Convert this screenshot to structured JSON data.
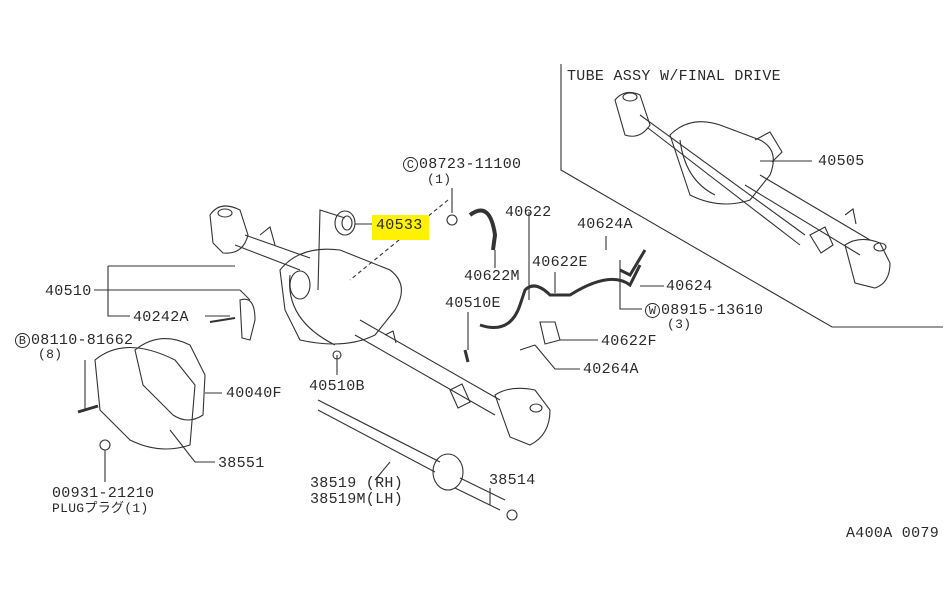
{
  "title": "TUBE ASSY W/FINAL DRIVE",
  "diagram_code": "A400A 0079",
  "highlight_color": "#fff200",
  "labels": {
    "p40505": "40505",
    "p08723": "08723-11100",
    "p08723_marker": "C",
    "p08723_qty": "(1)",
    "p40533": "40533",
    "p40622": "40622",
    "p40624A": "40624A",
    "p40510": "40510",
    "p40242A": "40242A",
    "p40622M": "40622M",
    "p40622E": "40622E",
    "p40624": "40624",
    "p40510E": "40510E",
    "p08915": "08915-13610",
    "p08915_marker": "W",
    "p08915_qty": "(3)",
    "p08110": "08110-81662",
    "p08110_marker": "B",
    "p08110_qty": "(8)",
    "p40622F": "40622F",
    "p40040F": "40040F",
    "p40510B": "40510B",
    "p40264A": "40264A",
    "p38551": "38551",
    "p38519": "38519 (RH)",
    "p38519M": "38519M(LH)",
    "p38514": "38514",
    "p00931": "00931-21210",
    "p00931_desc": "PLUGプラグ(1)"
  }
}
